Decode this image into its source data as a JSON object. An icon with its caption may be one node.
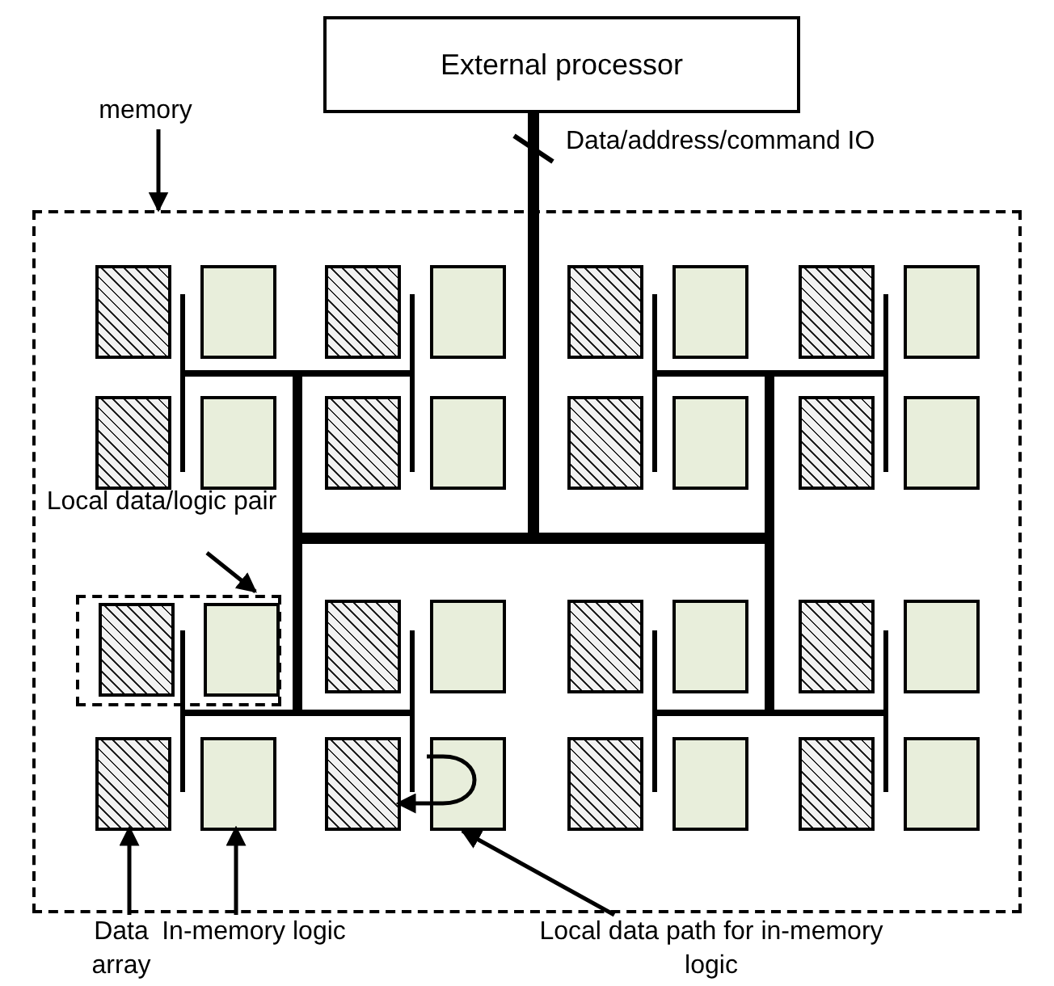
{
  "diagram": {
    "nodes": [
      {
        "text": [
          "External processor"
        ]
      },
      {
        "text": [
          "memory"
        ]
      },
      {
        "text": [],
        "shape": "box"
      },
      {
        "text": [],
        "shape": "box",
        "in": 2
      },
      {
        "text": [],
        "shape": "box",
        "in": 2
      },
      {
        "text": [],
        "shape": "box",
        "in": 2
      },
      {
        "text": [],
        "shape": "box",
        "in": 2
      },
      {
        "text": [],
        "shape": "box",
        "in": 2
      },
      {
        "text": [],
        "shape": "box",
        "in": 2
      },
      {
        "text": [],
        "shape": "box",
        "in": 2
      },
      {
        "text": [],
        "shape": "box",
        "in": 2
      },
      {
        "text": [],
        "shape": "box",
        "in": 2
      },
      {
        "text": [],
        "shape": "box",
        "in": 2
      },
      {
        "text": [],
        "shape": "box",
        "in": 2
      },
      {
        "text": [],
        "shape": "box",
        "in": 2
      },
      {
        "text": [],
        "shape": "box",
        "in": 2
      },
      {
        "text": [],
        "shape": "box",
        "in": 2
      },
      {
        "text": [],
        "shape": "box",
        "in": 2
      },
      {
        "text": [],
        "shape": "box",
        "in": 2
      },
      {
        "text": [
          "Local data/logic pair"
        ],
        "in": 2
      },
      {
        "text": [],
        "shape": "box",
        "in": 2
      },
      {
        "text": [],
        "shape": "box",
        "in": 20
      },
      {
        "text": [],
        "shape": "box",
        "in": 20
      },
      {
        "text": [],
        "shape": "box",
        "in": 2
      },
      {
        "text": [],
        "shape": "box",
        "in": 2
      },
      {
        "text": [],
        "shape": "box",
        "in": 2
      },
      {
        "text": [],
        "shape": "box",
        "in": 2
      },
      {
        "text": [],
        "shape": "box",
        "in": 2
      },
      {
        "text": [],
        "shape": "box",
        "in": 2
      },
      {
        "text": [],
        "shape": "box",
        "in": 2
      },
      {
        "text": [],
        "shape": "box",
        "in": 2
      },
      {
        "text": [],
        "shape": "box",
        "in": 2
      },
      {
        "text": [],
        "shape": "box",
        "in": 2
      },
      {
        "text": [],
        "shape": "box",
        "in": 2
      },
      {
        "text": [],
        "shape": "box",
        "in": 2
      },
      {
        "text": [],
        "shape": "box",
        "in": 2
      },
      {
        "text": [],
        "shape": "box",
        "in": 2
      },
      {
        "text": [
          "Data array"
        ]
      },
      {
        "text": [
          "In-memory logic"
        ]
      },
      {
        "text": [
          "Local data path for in-memory logic"
        ]
      }
    ],
    "edges": [
      {
        "from": 0,
        "to": 2,
        "arrow": "none",
        "style": "thick",
        "label": "Data/address/command IO"
      },
      {
        "from": 1,
        "to": 2,
        "arrow": "to"
      },
      {
        "from": 19,
        "to": 20,
        "arrow": "to"
      },
      {
        "from": 37,
        "to": 29,
        "arrow": "to"
      },
      {
        "from": 38,
        "to": 30,
        "arrow": "to"
      },
      {
        "from": 39,
        "to": 32,
        "arrow": "to"
      },
      {
        "from": 32,
        "to": 31,
        "arrow": "to"
      }
    ]
  }
}
